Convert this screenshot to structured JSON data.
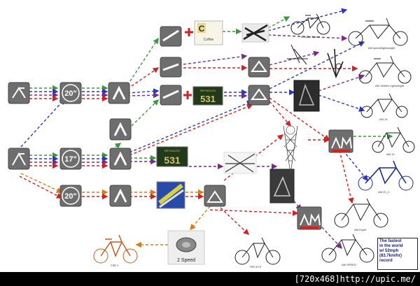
{
  "footer": {
    "text": "[720x468]http://upic.me/"
  },
  "wheel_sizes": {
    "top": "20\"",
    "middle": "17\"",
    "bottom": "20\""
  },
  "tubing": {
    "brand": "REYNOLDS",
    "model": "531"
  },
  "coffee_card": {
    "letter": "C",
    "name": "Coffee"
  },
  "hub": {
    "label": "2 Speed"
  },
  "am_logo": "AM",
  "record": {
    "line1": "The fastest",
    "line2": "in the world",
    "line3": "w/ 52mph",
    "line4": "(83.7km/hr)",
    "line5": "record"
  },
  "bikes": {
    "b1": "Moulton Speed",
    "b2": "AM speed/lightweight",
    "b3": "AM Jubilee Lightweight",
    "b4": "AM 14",
    "b5": "AM 14",
    "b6": "AM 20_2",
    "b7": "AM Esprit",
    "b8": "AM SPEED",
    "b9": "TSR 2",
    "b10": "TSR 20 E"
  },
  "colors": {
    "green": "#3a9a3a",
    "blue": "#2b36c8",
    "purple": "#7a2a8a",
    "red": "#d42020",
    "orange": "#e07a10"
  }
}
